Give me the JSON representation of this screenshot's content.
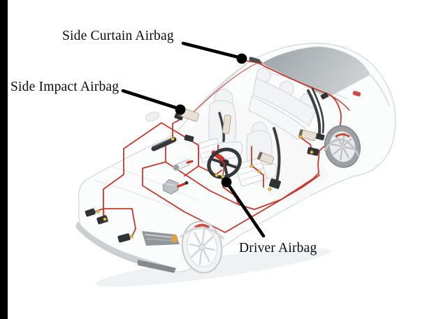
{
  "page": {
    "background": "#ffffff",
    "left_bar_color": "#000000"
  },
  "diagram": {
    "labels": {
      "side_curtain": "Side Curtain Airbag",
      "side_impact": "Side Impact Airbag",
      "driver": "Driver Airbag"
    },
    "colors": {
      "harness_red": "#c8372d",
      "annotation_black": "#000000",
      "sensor_black": "#303336",
      "module_beige": "#e8e0d4",
      "connector_yellow": "#e9c83a",
      "body_white": "#fbfcfc",
      "body_line": "#d8dadc",
      "glass_dark": "#9aa1a5",
      "glass_light": "#ccd0d2"
    }
  }
}
